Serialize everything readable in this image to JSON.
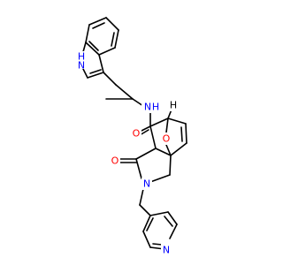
{
  "molecule": {
    "atoms": {
      "indole_nh": {
        "text": "H\nN",
        "color": "#0000ff"
      },
      "amide_n": {
        "text": "N",
        "color": "#0000ff"
      },
      "amide_h": {
        "text": "H",
        "color": "#0000ff"
      },
      "bridge_o": {
        "text": "O",
        "color": "#ff0000"
      },
      "amide_o": {
        "text": "O",
        "color": "#ff0000"
      },
      "lactam_o": {
        "text": "O",
        "color": "#ff0000"
      },
      "ring_n": {
        "text": "N",
        "color": "#0000ff"
      },
      "pyridine_n": {
        "text": "N",
        "color": "#0000ff"
      },
      "stereo_h": {
        "text": "H",
        "color": "#000000"
      }
    },
    "colors": {
      "bond": "#000000",
      "nitrogen": "#0000ff",
      "oxygen": "#ff0000"
    }
  }
}
